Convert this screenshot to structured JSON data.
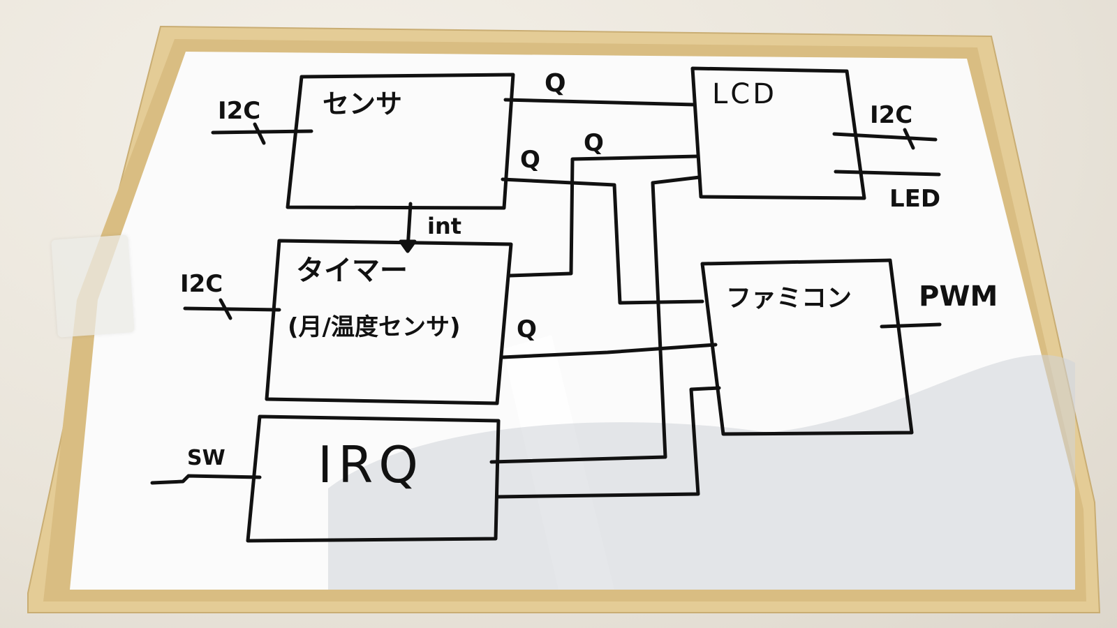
{
  "blocks": {
    "sensor": "センサ",
    "timer_line1": "タイマー",
    "timer_line2": "(月/温度センサ)",
    "irq": "IRQ",
    "lcd": "LCD",
    "aircon": "ファミコン"
  },
  "signals": {
    "i2c": "I2C",
    "q": "Q",
    "int": "int",
    "sw": "SW",
    "led": "LED",
    "pwm": "PWM"
  },
  "colors": {
    "frame_wood": "#e4cc96",
    "board": "#fbfbfb",
    "marker": "#111111"
  }
}
